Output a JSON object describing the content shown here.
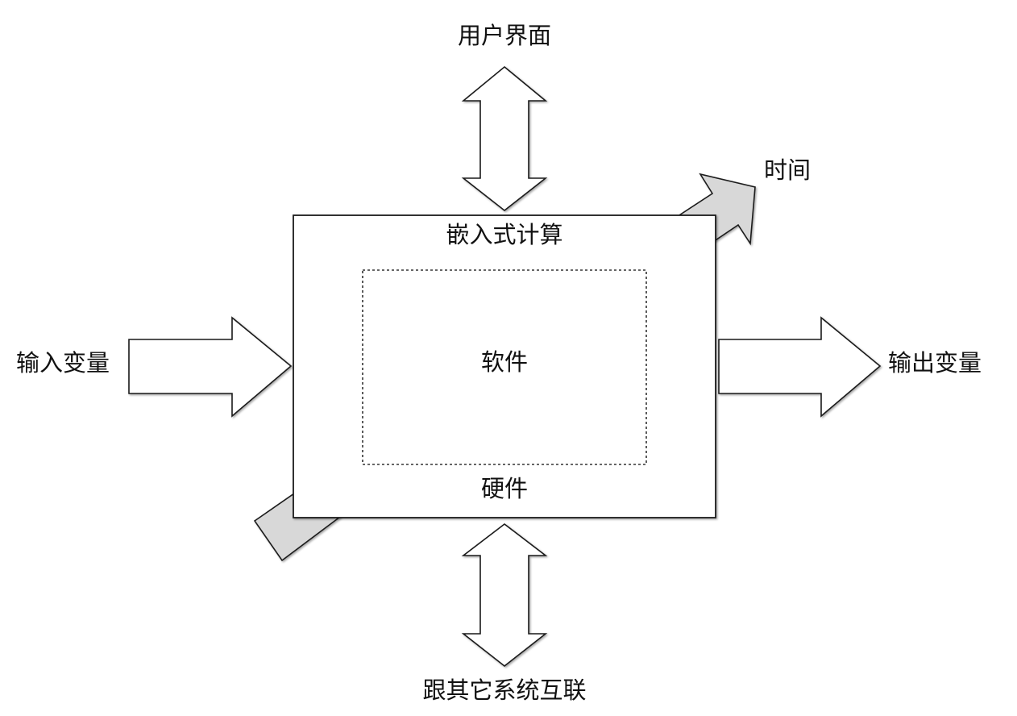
{
  "diagram": {
    "labels": {
      "top": "用户界面",
      "time": "时间",
      "system_title": "嵌入式计算",
      "input": "输入变量",
      "output": "输出变量",
      "software": "软件",
      "hardware": "硬件",
      "bottom": "跟其它系统互联"
    }
  }
}
